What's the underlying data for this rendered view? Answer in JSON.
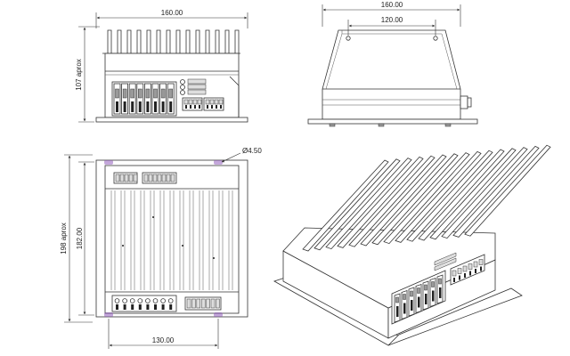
{
  "dimensions": {
    "front_width": "160.00",
    "front_height": "107 aprox",
    "side_width": "160.00",
    "side_hole_spacing": "120.00",
    "top_hole_diameter": "Ø4.50",
    "top_height_outer": "198 aprox",
    "top_height_inner": "182.00",
    "top_width": "130.00"
  },
  "colors": {
    "line": "#333333",
    "text": "#222222",
    "marker": "#8a4fb8"
  }
}
